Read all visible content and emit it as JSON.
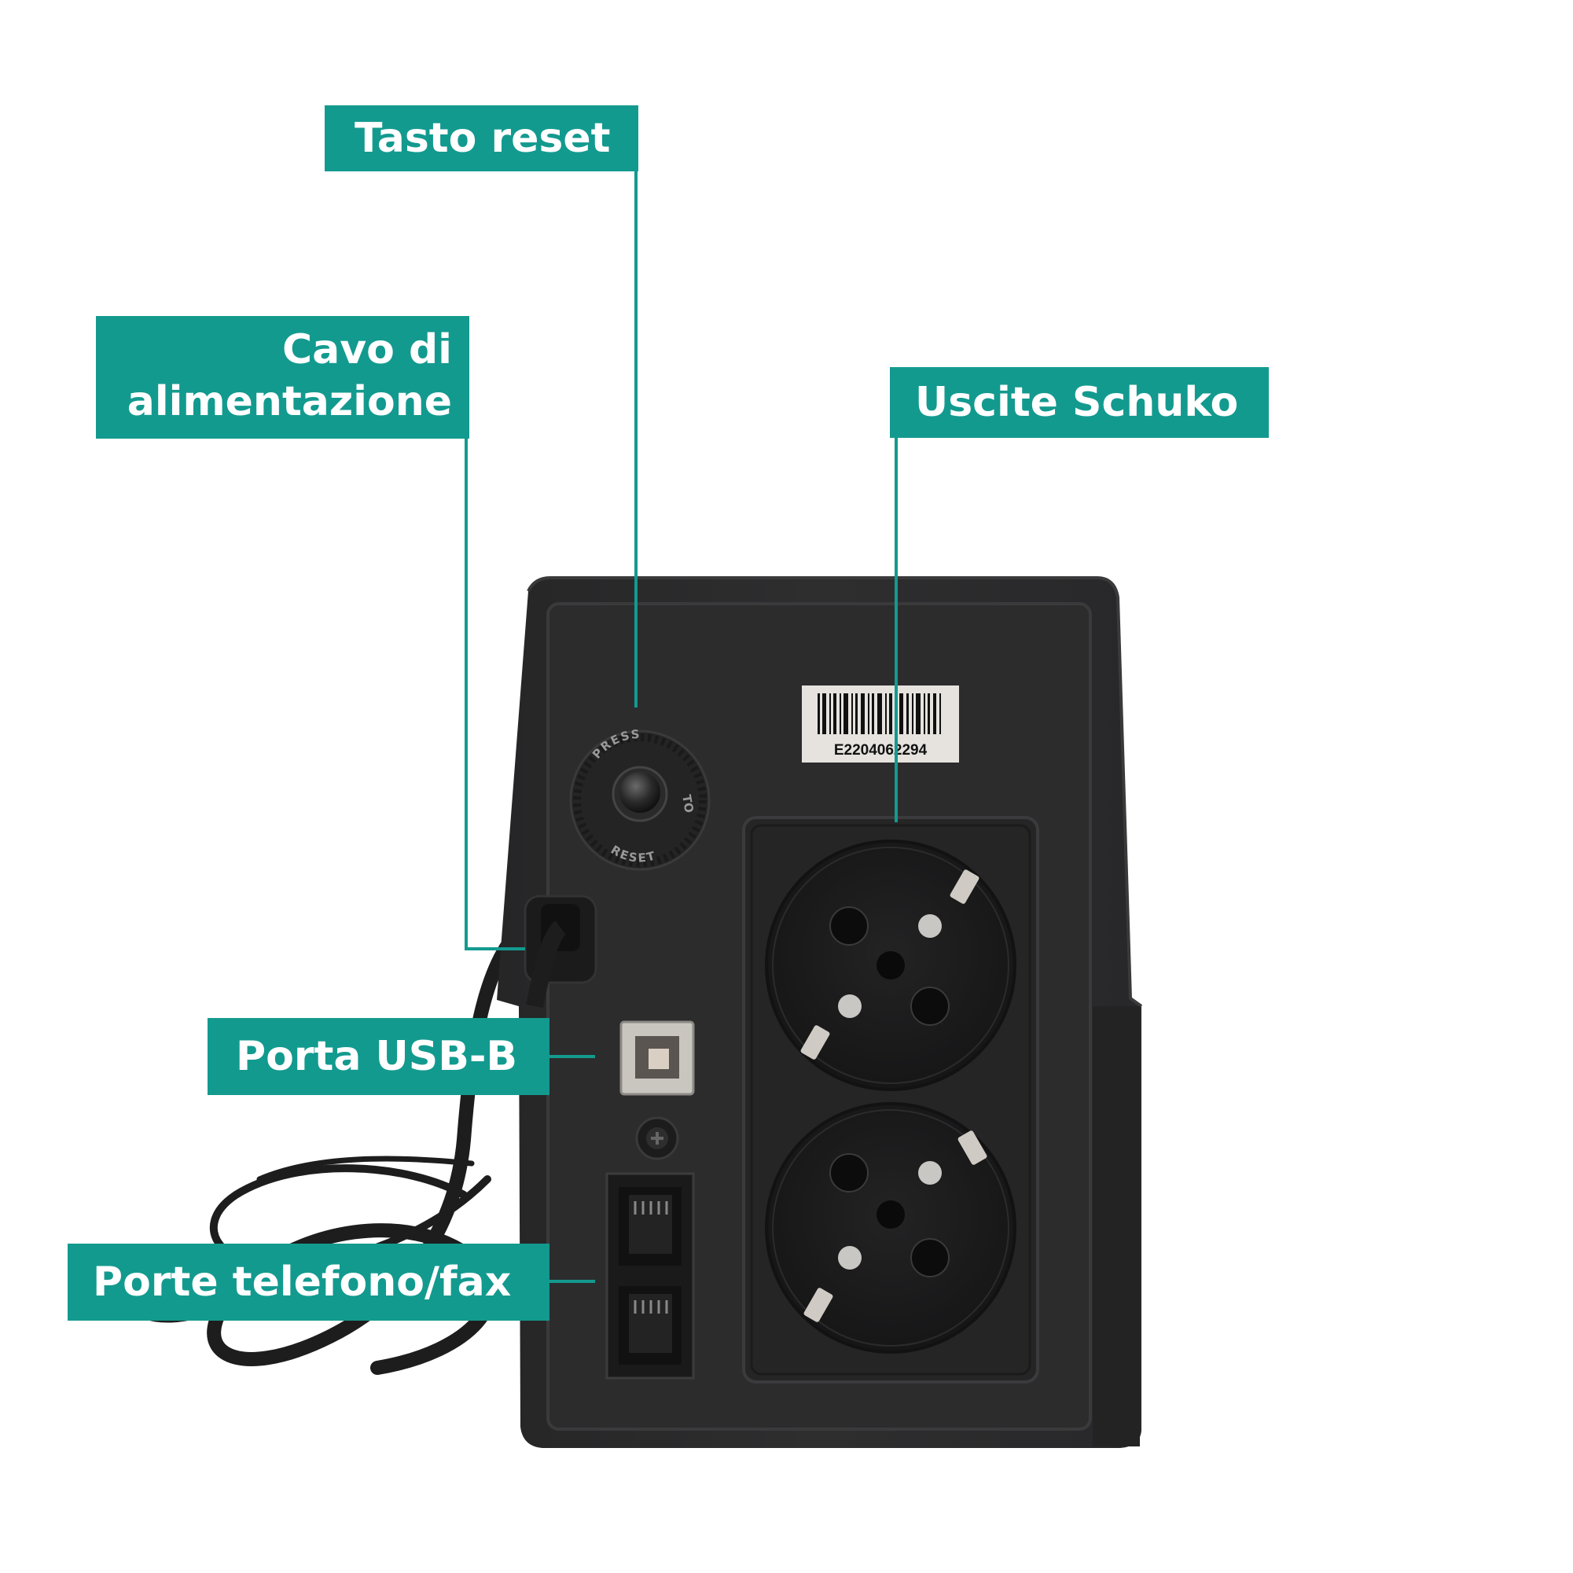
{
  "labels": {
    "reset": "Tasto reset",
    "power_line1": "Cavo di",
    "power_line2": "alimentazione",
    "schuko": "Uscite Schuko",
    "usb": "Porta USB-B",
    "phone": "Porte telefono/fax"
  },
  "device": {
    "barcode_number": "E2204062294",
    "reset_ring_top": "PRESS",
    "reset_ring_right": "TO",
    "reset_ring_bottom": "RESET"
  },
  "colors": {
    "accent": "#139a8f",
    "device_body": "#2b2b2c",
    "socket_panel": "#252526",
    "label_text": "#ffffff"
  }
}
